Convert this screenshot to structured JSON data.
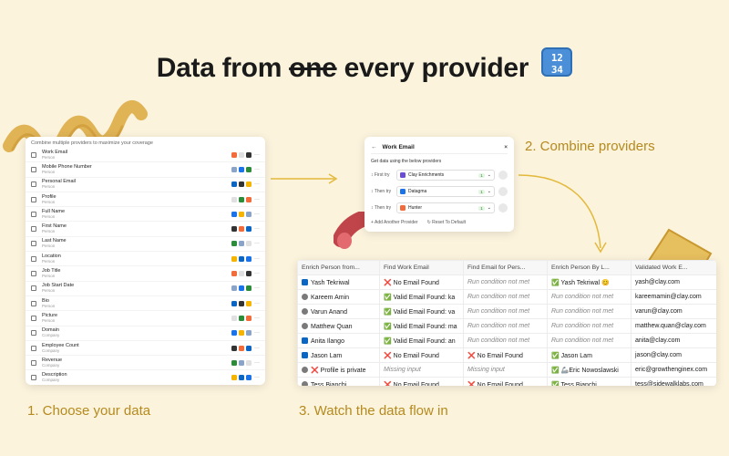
{
  "headline": {
    "pre": "Data from ",
    "strike": "one",
    "post": " every provider",
    "emoji": "1234"
  },
  "captions": {
    "step1": "1. Choose your data",
    "step2": "2. Combine providers",
    "step3": "3. Watch the data flow in"
  },
  "panel1": {
    "hint": "Combine multiple providers to maximize your coverage",
    "rows": [
      {
        "name": "Work Email",
        "type": "Person"
      },
      {
        "name": "Mobile Phone Number",
        "type": "Person"
      },
      {
        "name": "Personal Email",
        "type": "Person"
      },
      {
        "name": "Profile",
        "type": "Person"
      },
      {
        "name": "Full Name",
        "type": "Person"
      },
      {
        "name": "First Name",
        "type": "Person"
      },
      {
        "name": "Last Name",
        "type": "Person"
      },
      {
        "name": "Location",
        "type": "Person"
      },
      {
        "name": "Job Title",
        "type": "Person"
      },
      {
        "name": "Job Start Date",
        "type": "Person"
      },
      {
        "name": "Bio",
        "type": "Person"
      },
      {
        "name": "Picture",
        "type": "Person"
      },
      {
        "name": "Domain",
        "type": "Company"
      },
      {
        "name": "Employee Count",
        "type": "Company"
      },
      {
        "name": "Revenue",
        "type": "Company"
      },
      {
        "name": "Description",
        "type": "Company"
      }
    ]
  },
  "panel2": {
    "title": "Work Email",
    "subtitle": "Get data using the below providers",
    "rows": [
      {
        "label": "First try",
        "provider": "Clay Enrichments",
        "badge": "1"
      },
      {
        "label": "Then try",
        "provider": "Datagma",
        "badge": "1"
      },
      {
        "label": "Then try",
        "provider": "Hunter",
        "badge": "1"
      }
    ],
    "add_label": "+ Add Another Provider",
    "reset_label": "Reset To Default"
  },
  "table": {
    "headers": [
      "Enrich Person from...",
      "Find Work Email",
      "Find Email for Pers...",
      "Enrich Person By L...",
      "Validated Work E..."
    ],
    "rows": [
      [
        "Yash Tekriwal",
        "❌ No Email Found",
        "Run condition not met",
        "✅ Yash Tekriwal 😊",
        "yash@clay.com"
      ],
      [
        "Kareem Amin",
        "✅ Valid Email Found: ka",
        "Run condition not met",
        "Run condition not met",
        "kareemamin@clay.com"
      ],
      [
        "Varun Anand",
        "✅ Valid Email Found: va",
        "Run condition not met",
        "Run condition not met",
        "varun@clay.com"
      ],
      [
        "Matthew Quan",
        "✅ Valid Email Found: ma",
        "Run condition not met",
        "Run condition not met",
        "matthew.quan@clay.com"
      ],
      [
        "Anita Ilango",
        "✅ Valid Email Found: an",
        "Run condition not met",
        "Run condition not met",
        "anita@clay.com"
      ],
      [
        "Jason Lam",
        "❌ No Email Found",
        "❌ No Email Found",
        "✅ Jason Lam",
        "jason@clay.com"
      ],
      [
        "❌ Profile is private",
        "Missing input",
        "Missing input",
        "✅ 🦾Eric Nowoslawski",
        "eric@growthenginex.com"
      ],
      [
        "Tess Bianchi",
        "❌ No Email Found",
        "❌ No Email Found",
        "✅ Tess Bianchi",
        "tess@sidewalklabs.com"
      ]
    ]
  }
}
